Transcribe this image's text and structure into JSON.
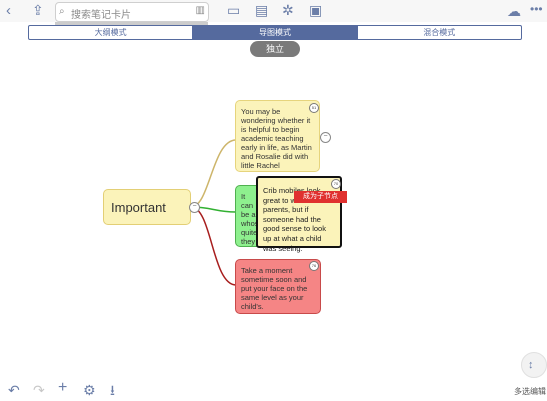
{
  "search": {
    "placeholder": "搜索笔记卡片"
  },
  "segment": {
    "items": [
      "大纲模式",
      "导图模式",
      "混合模式"
    ],
    "active_index": 1
  },
  "pill": {
    "label": "独立"
  },
  "root_node": {
    "label": "Important"
  },
  "nodes": [
    {
      "text": "You may be wondering whether it is helpful to begin academic teaching early in life, as Martin and Rosalie did with little Rachel",
      "badge": "51",
      "color": "#fbf3ba"
    },
    {
      "text": "It can be a whose quite they",
      "color": "#8ef08e"
    },
    {
      "text": "Take a moment sometime soon and put your face on the same level as your child's.",
      "badge": "76",
      "color": "#f58585"
    }
  ],
  "dragged_card": {
    "text": "Crib mobiles look great to whole new parents, but if someone had the good sense to look up at what a child was seeing.",
    "badge": "70"
  },
  "drop_label": "成为子节点",
  "bottom": {
    "multi_edit_label": "多选编辑"
  },
  "colors": {
    "accent": "#556a9e",
    "yellow": "#fbf3ba",
    "green": "#8ef08e",
    "red": "#f58585",
    "drop_label_bg": "#e0312f"
  },
  "icons": [
    "back-icon",
    "share-icon",
    "search-icon",
    "book-icon",
    "open-book-icon",
    "layout-icon",
    "mindmap-icon",
    "slides-icon",
    "cloud-sync-icon",
    "more-icon",
    "undo-icon",
    "redo-icon",
    "add-icon",
    "settings-icon",
    "export-icon",
    "scroll-handle-icon"
  ]
}
